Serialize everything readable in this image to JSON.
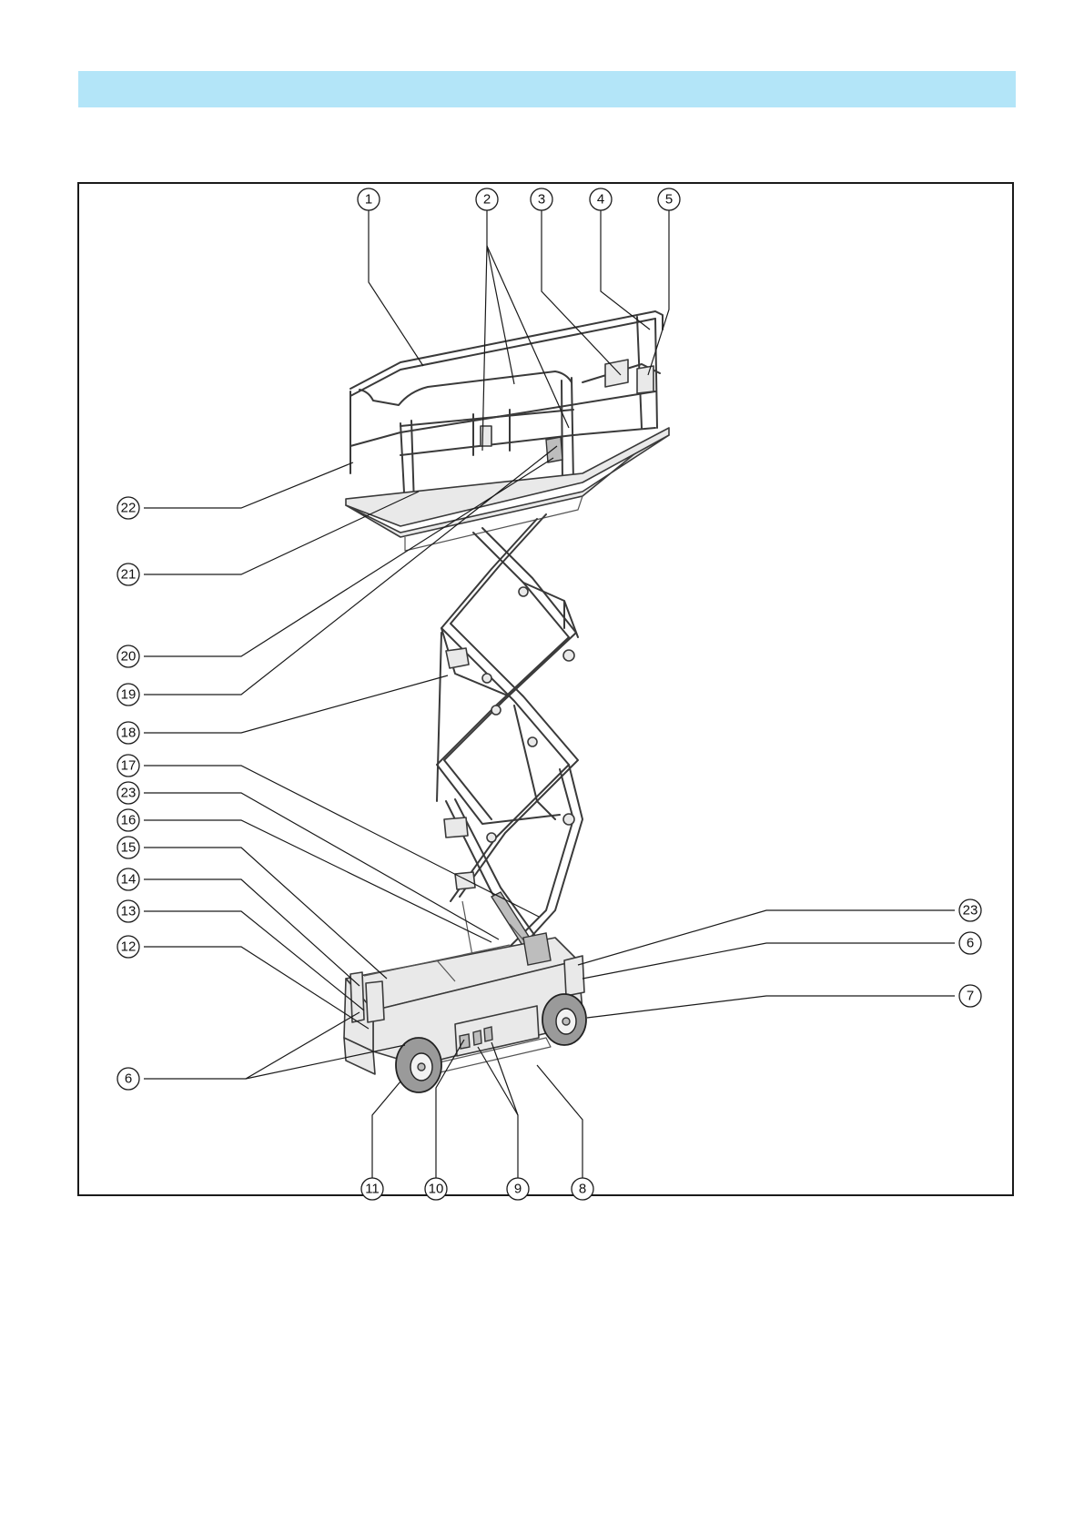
{
  "header": {
    "band_color": "#b3e5f8"
  },
  "figure": {
    "callouts": [
      {
        "id": "c1",
        "label": "1"
      },
      {
        "id": "c2",
        "label": "2"
      },
      {
        "id": "c3",
        "label": "3"
      },
      {
        "id": "c4",
        "label": "4"
      },
      {
        "id": "c5",
        "label": "5"
      },
      {
        "id": "c22",
        "label": "22"
      },
      {
        "id": "c21",
        "label": "21"
      },
      {
        "id": "c20",
        "label": "20"
      },
      {
        "id": "c19",
        "label": "19"
      },
      {
        "id": "c18",
        "label": "18"
      },
      {
        "id": "c17",
        "label": "17"
      },
      {
        "id": "c23a",
        "label": "23"
      },
      {
        "id": "c16",
        "label": "16"
      },
      {
        "id": "c15",
        "label": "15"
      },
      {
        "id": "c14",
        "label": "14"
      },
      {
        "id": "c13",
        "label": "13"
      },
      {
        "id": "c12",
        "label": "12"
      },
      {
        "id": "c6a",
        "label": "6"
      },
      {
        "id": "c23b",
        "label": "23"
      },
      {
        "id": "c6b",
        "label": "6"
      },
      {
        "id": "c7",
        "label": "7"
      },
      {
        "id": "c11",
        "label": "11"
      },
      {
        "id": "c10",
        "label": "10"
      },
      {
        "id": "c9",
        "label": "9"
      },
      {
        "id": "c8",
        "label": "8"
      }
    ]
  }
}
